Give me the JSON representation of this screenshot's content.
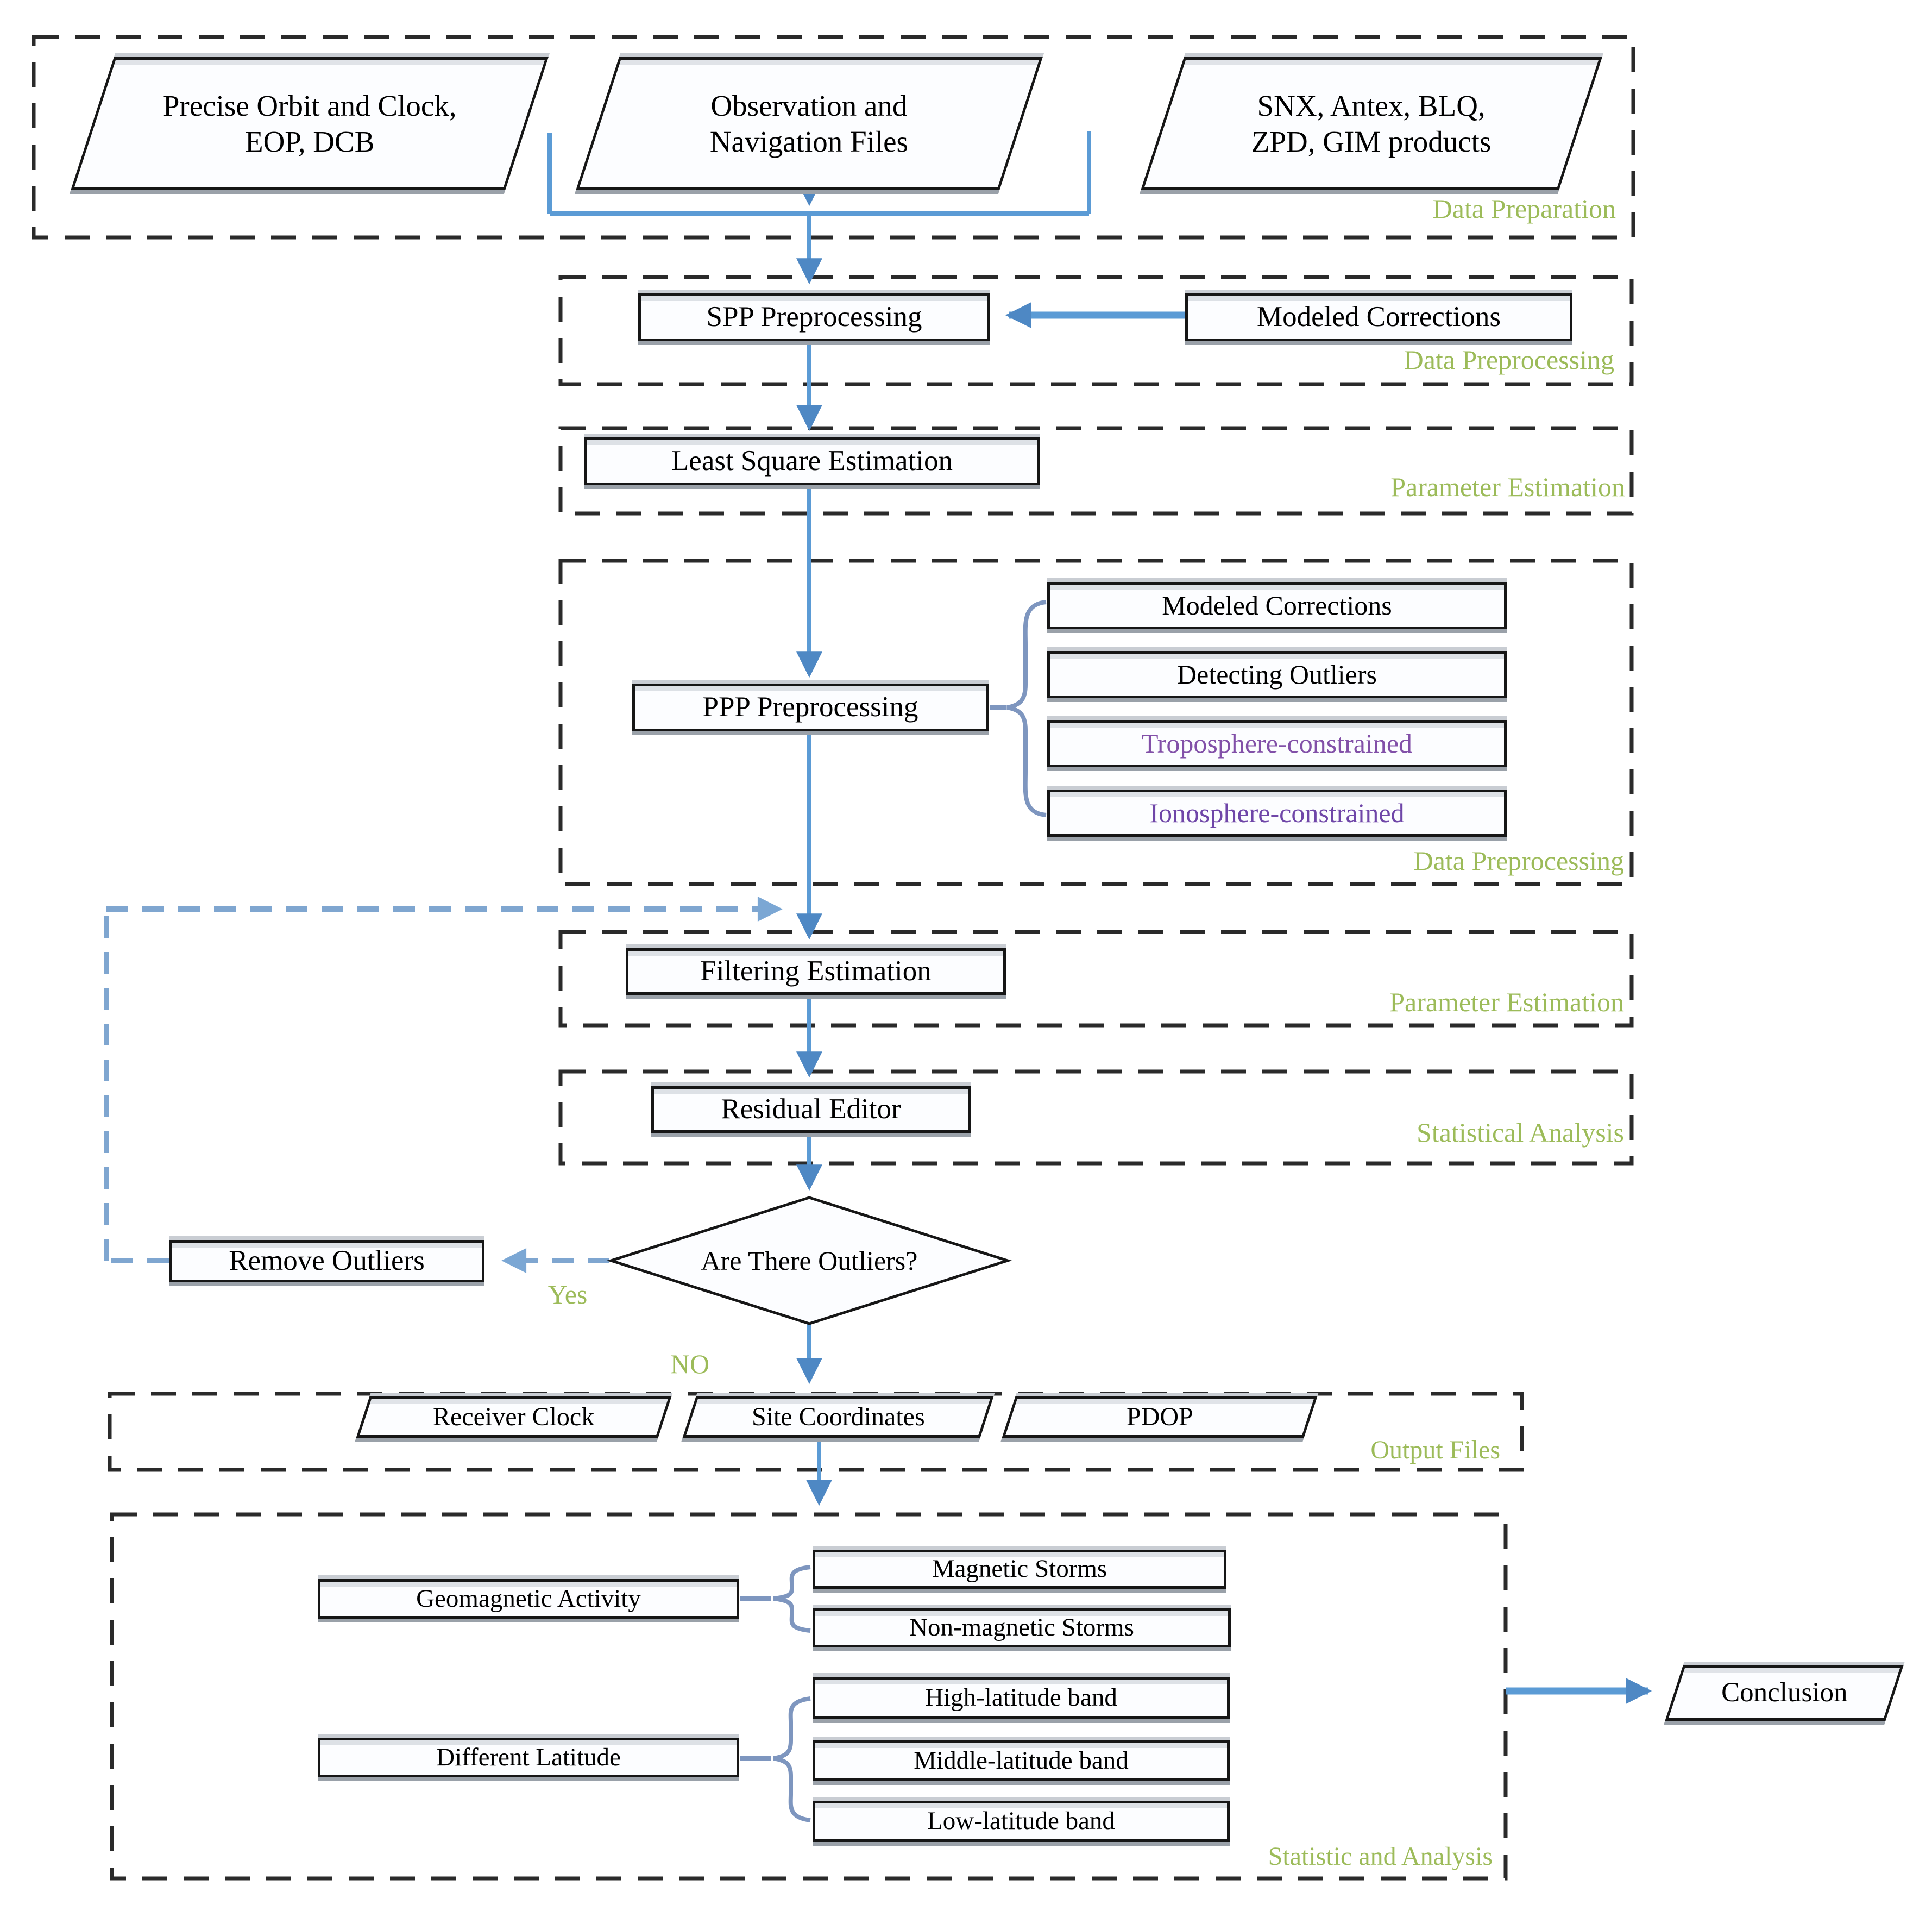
{
  "colors": {
    "section_label_green": "#9CBB59",
    "flow_blue": "#5B9BD5",
    "arrowhead_blue": "#4E88C4",
    "feedback_dashed_blue": "#7FA6D0",
    "brace_blue": "#7E96BF",
    "box_border_black": "#161616",
    "troposphere_text_purple": "#8250A8",
    "ionosphere_text_purple": "#6F46A8"
  },
  "sections": {
    "data_preparation": {
      "label": "Data Preparation"
    },
    "data_preprocessing_spp": {
      "label": "Data Preprocessing"
    },
    "parameter_estimation_lsq": {
      "label": "Parameter Estimation"
    },
    "data_preprocessing_ppp": {
      "label": "Data Preprocessing"
    },
    "parameter_estimation_filter": {
      "label": "Parameter Estimation"
    },
    "statistical_analysis": {
      "label": "Statistical Analysis"
    },
    "output_files": {
      "label": "Output Files"
    },
    "statistic_and_analysis": {
      "label": "Statistic and Analysis"
    }
  },
  "nodes": {
    "precise_orbit": {
      "line1": "Precise Orbit and Clock,",
      "line2": "EOP, DCB"
    },
    "observation": {
      "line1": "Observation and",
      "line2": "Navigation Files"
    },
    "products": {
      "line1": "SNX, Antex, BLQ,",
      "line2": "ZPD, GIM products"
    },
    "spp_preprocessing": {
      "label": "SPP Preprocessing"
    },
    "modeled_corrections_spp": {
      "label": "Modeled Corrections"
    },
    "least_square_estimation": {
      "label": "Least Square Estimation"
    },
    "ppp_preprocessing": {
      "label": "PPP Preprocessing"
    },
    "modeled_corrections_ppp": {
      "label": "Modeled Corrections"
    },
    "detecting_outliers": {
      "label": "Detecting Outliers"
    },
    "troposphere_constrained": {
      "label": "Troposphere-constrained"
    },
    "ionosphere_constrained": {
      "label": "Ionosphere-constrained"
    },
    "filtering_estimation": {
      "label": "Filtering Estimation"
    },
    "residual_editor": {
      "label": "Residual Editor"
    },
    "outlier_decision": {
      "label": "Are There Outliers?"
    },
    "remove_outliers": {
      "label": "Remove Outliers"
    },
    "receiver_clock": {
      "label": "Receiver Clock"
    },
    "site_coordinates": {
      "label": "Site Coordinates"
    },
    "pdop": {
      "label": "PDOP"
    },
    "geomagnetic_activity": {
      "label": "Geomagnetic Activity"
    },
    "magnetic_storms": {
      "label": "Magnetic Storms"
    },
    "non_magnetic_storms": {
      "label": "Non-magnetic Storms"
    },
    "different_latitude": {
      "label": "Different Latitude"
    },
    "high_latitude_band": {
      "label": "High-latitude band"
    },
    "middle_latitude_band": {
      "label": "Middle-latitude band"
    },
    "low_latitude_band": {
      "label": "Low-latitude band"
    },
    "conclusion": {
      "label": "Conclusion"
    }
  },
  "edge_labels": {
    "yes": "Yes",
    "no": "NO"
  }
}
